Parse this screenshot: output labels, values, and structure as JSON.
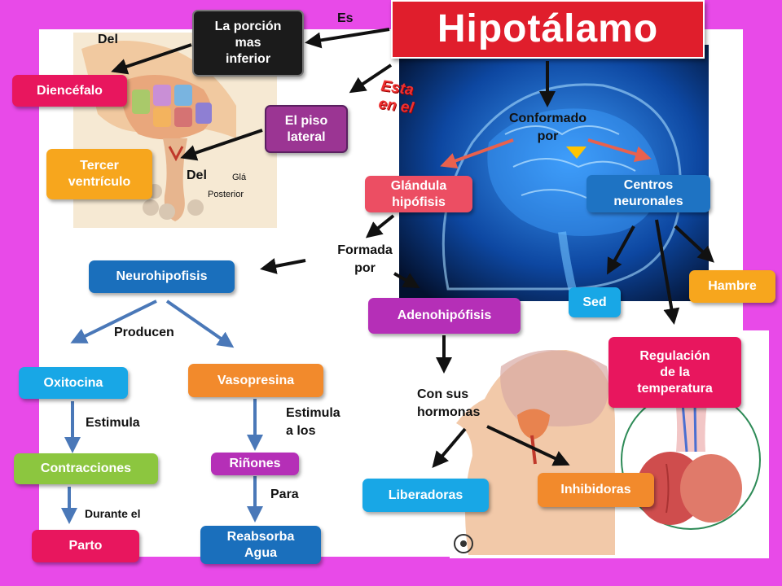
{
  "title": "Hipotálamo",
  "nodes": {
    "porcion": "La porción\nmas\ninferior",
    "diencefalo": "Diencéfalo",
    "piso": "El piso\nlateral",
    "tercer": "Tercer\nventrículo",
    "glandula": "Glándula\nhipófisis",
    "centros": "Centros\nneuronales",
    "neurohipofisis": "Neurohipofisis",
    "adenohipofisis": "Adenohipófisis",
    "sed": "Sed",
    "hambre": "Hambre",
    "regulacion": "Regulación\nde la\ntemperatura",
    "oxitocina": "Oxitocina",
    "vasopresina": "Vasopresina",
    "contracciones": "Contracciones",
    "rinones": "Riñones",
    "parto": "Parto",
    "reabsorba": "Reabsorba\nAgua",
    "liberadoras": "Liberadoras",
    "inhibidoras": "Inhibidoras"
  },
  "labels": {
    "es": "Es",
    "del_top": "Del",
    "esta_en_el": "Esta\nen el",
    "del_mid": "Del",
    "conformado_por": "Conformado\npor",
    "formada_por": "Formada\npor",
    "producen": "Producen",
    "estimula": "Estimula",
    "estimula_a_los": "Estimula\na los",
    "durante_el": "Durante el",
    "para": "Para",
    "con_sus_hormonas": "Con sus\nhormonas"
  },
  "figure_labels": {
    "gland": "Glá",
    "posterior": "Posterior"
  },
  "colors": {
    "title_red": "#e01e2c",
    "background_magenta": "#e84ae8",
    "brain_blue": "#1b6fd6",
    "arrow_red": "#e8614e",
    "arrow_blue": "#4a78b8"
  }
}
